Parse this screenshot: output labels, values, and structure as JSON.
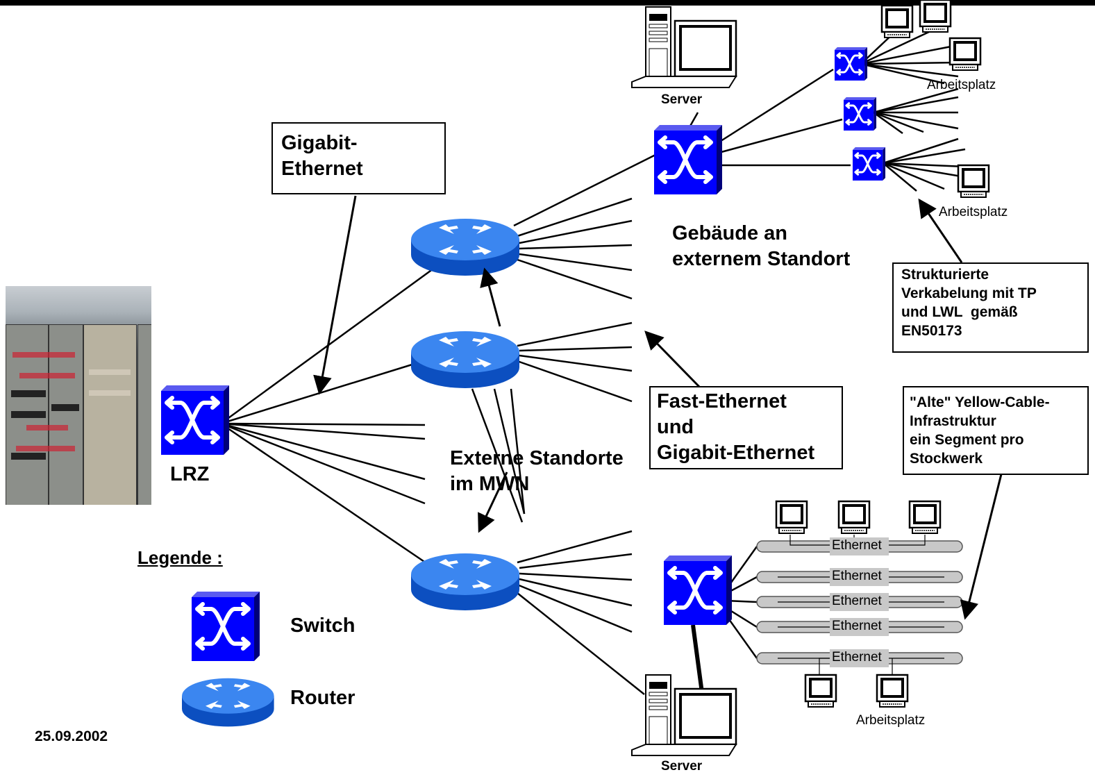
{
  "labels": {
    "gigabit_ethernet": "Gigabit-\nEthernet",
    "gebaeude": "Gebäude an\nexternem Standort",
    "externe": "Externe Standorte\nim MWN",
    "fast_gigabit": "Fast-Ethernet\nund\nGigabit-Ethernet",
    "strukturierte": "Strukturierte\nVerkabelung mit TP\nund LWL  gemäß\nEN50173",
    "yellow_cable": "\"Alte\" Yellow-Cable-\nInfrastruktur\nein Segment pro\nStockwerk",
    "lrz": "LRZ",
    "server_top": "Server",
    "server_bottom": "Server",
    "arbeitsplatz_1": "Arbeitsplatz",
    "arbeitsplatz_2": "Arbeitsplatz",
    "arbeitsplatz_3": "Arbeitsplatz",
    "ethernet": "Ethernet",
    "legende": "Legende :",
    "legend_switch": "Switch",
    "legend_router": "Router",
    "date": "25.09.2002"
  },
  "colors": {
    "switch_blue": "#0000ff",
    "router_blue": "#1f6fe0",
    "cable_gray": "#c8c8c8"
  }
}
